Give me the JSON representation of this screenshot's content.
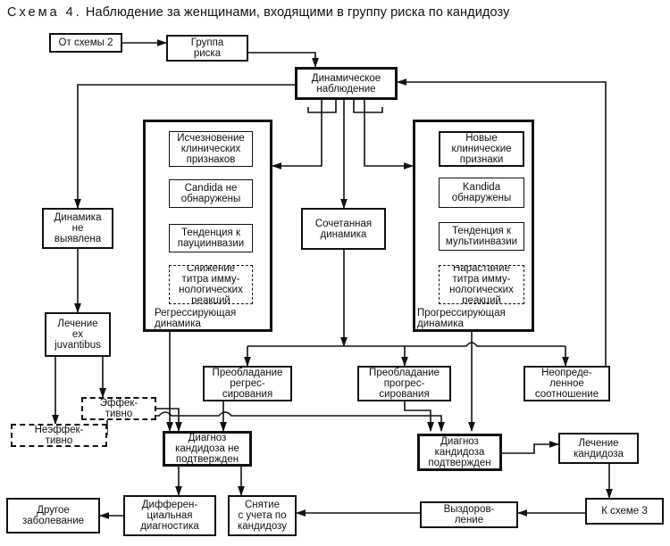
{
  "title": {
    "lead": "Схема 4.",
    "rest": "Наблюдение за женщинами, входящими в группу риска по кандидозу"
  },
  "nodes": {
    "from_scheme2": "От схемы 2",
    "risk_group": "Группа\nриска",
    "dynamic_observation": "Динамическое\nнаблюдение",
    "dynamics_not_found": "Динамика\nне\nвыявлена",
    "treatment_ex_juvantibus": "Лечение\nex\njuvantibus",
    "effective": "Эффек-\nтивно",
    "ineffective": "Неэффек-\nтивно",
    "combined_dynamics": "Сочетанная\nдинамика",
    "regressing_panel_label": "Регрессирующая\nдинамика",
    "progressing_panel_label": "Прогрессирующая\nдинамика",
    "regress_items": [
      "Исчезновение\nклинических\nпризнаков",
      "Candida не\nобнаружены",
      "Тенденция к\nпауциинвазии",
      "Снижение\nтитра имму-\nнологических\nреакций"
    ],
    "progress_items": [
      "Новые\nклинические\nпризнаки",
      "Kandida\nобнаружены",
      "Тенденция к\nмультиинвазии",
      "Нарастание\nтитра имму-\nнологических\nреакций"
    ],
    "predominance_regression": "Преобладание\nрегрес-\nсирования",
    "predominance_progression": "Преобладание\nпрогрес-\nсирования",
    "indeterminate_ratio": "Неопреде-\nленное\nсоотношение",
    "diagnosis_not_confirmed": "Диагноз\nкандидоза не\nподтвержден",
    "diagnosis_confirmed": "Диагноз\nкандидоза\nподтвержден",
    "candidiasis_treatment": "Лечение\nкандидоза",
    "other_disease": "Другое\nзаболевание",
    "differential_diagnosis": "Дифферен-\nциальная\nдиагностика",
    "deregistration": "Снятие\nс учета по\nкандидозу",
    "recovery": "Выздоров-\nление",
    "to_scheme3": "К схеме 3"
  }
}
